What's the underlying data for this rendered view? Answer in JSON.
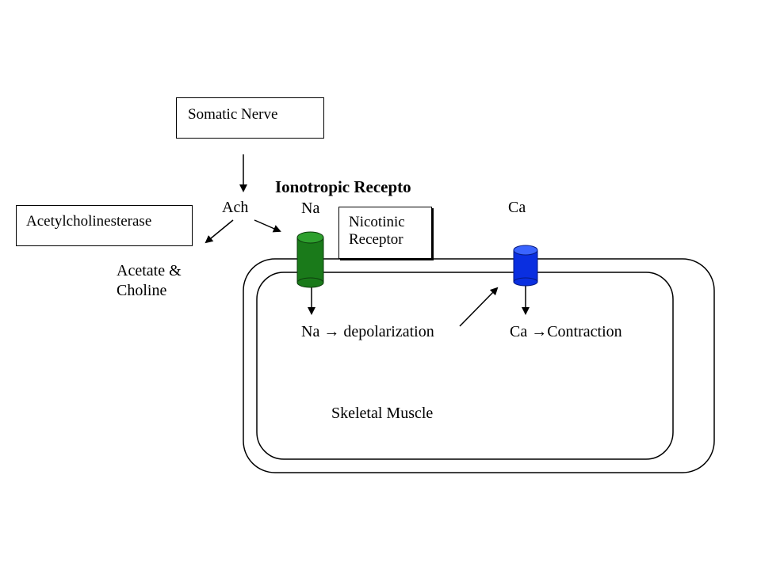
{
  "colors": {
    "background": "#ffffff",
    "line": "#000000",
    "na_channel": "#1a7a1a",
    "na_channel_top": "#2ea02e",
    "ca_channel": "#0a2fe0",
    "ca_channel_top": "#3a64ff"
  },
  "icons": {
    "na_channel": "green-cylinder-channel",
    "ca_channel": "blue-cylinder-channel"
  },
  "diagram": {
    "somatic_nerve": "Somatic Nerve",
    "ionotropic_receptor": "Ionotropic Recepto",
    "acetylcholinesterase": "Acetylcholinesterase",
    "ach": "Ach",
    "na_top": "Na",
    "ca_top": "Ca",
    "nicotinic_line1": "Nicotinic",
    "nicotinic_line2": "Receptor",
    "acetate_line1": "Acetate &",
    "acetate_line2": "Choline",
    "na_depolarization": "Na → depolarization",
    "ca_contraction": "Ca →Contraction",
    "skeletal_muscle": "Skeletal Muscle"
  }
}
